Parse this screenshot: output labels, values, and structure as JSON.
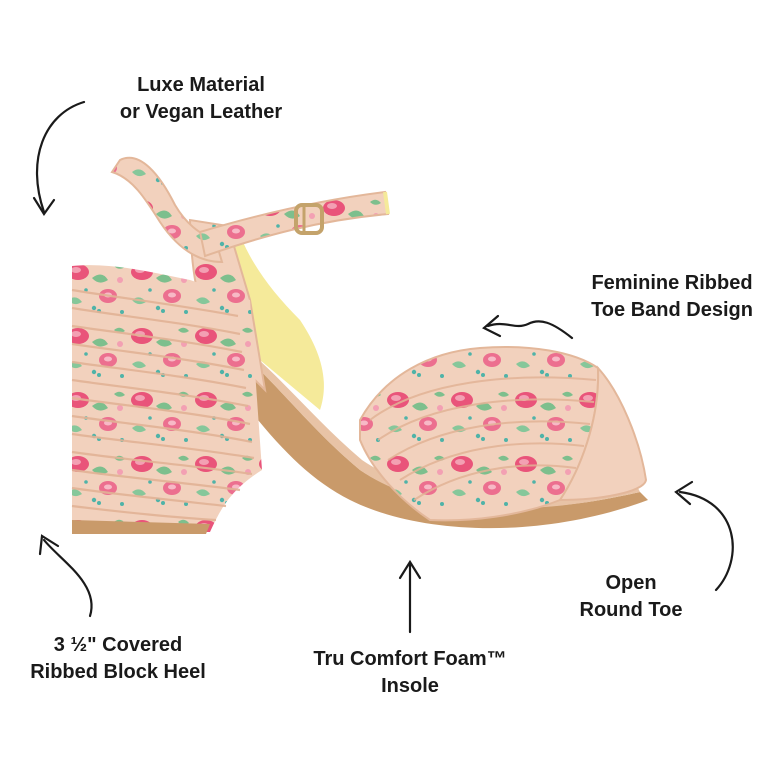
{
  "image": {
    "subject": "sandal-product",
    "colors": {
      "background": "#ffffff",
      "text": "#1a1a1a",
      "arrow": "#1a1a1a",
      "base_fabric": "#f2d1bd",
      "rose_pink": "#e9547a",
      "light_pink": "#f3a0b3",
      "leaf_green": "#7dbf8d",
      "teal": "#4fb3a8",
      "lining_yellow": "#f5ea9a",
      "sole_tan": "#c99a6a",
      "buckle_gold": "#c4a36b"
    }
  },
  "callouts": {
    "material": {
      "lines": [
        "Luxe Material",
        "or Vegan Leather"
      ]
    },
    "toe_band": {
      "lines": [
        "Feminine Ribbed",
        "Toe Band Design"
      ]
    },
    "open_toe": {
      "lines": [
        "Open",
        "Round Toe"
      ]
    },
    "heel": {
      "lines": [
        "3 ½\" Covered",
        "Ribbed Block Heel"
      ]
    },
    "insole": {
      "lines": [
        "Tru Comfort Foam™",
        "Insole"
      ]
    }
  }
}
